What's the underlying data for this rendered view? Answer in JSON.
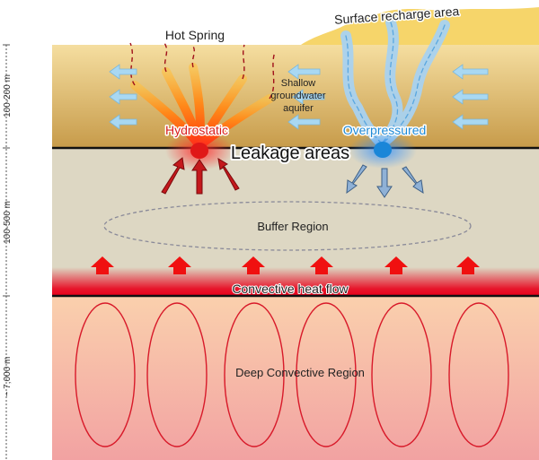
{
  "labels": {
    "hot_spring": "Hot Spring",
    "surface_recharge": "Surface recharge area",
    "shallow_aquifer_line1": "Shallow",
    "shallow_aquifer_line2": "groundwater",
    "shallow_aquifer_line3": "aquifer",
    "hydrostatic": "Hydrostatic",
    "overpressured": "Overpressured",
    "leakage_areas": "Leakage areas",
    "buffer_region": "Buffer Region",
    "convective_heat_flow": "Convective heat flow",
    "deep_convective_region": "Deep Convective Region"
  },
  "depth_scale": {
    "shallow": "100-200 m",
    "buffer": "100-500 m",
    "deep": "~ 7,000 m"
  },
  "colors": {
    "hydrostatic": "#d81e1e",
    "overpressured": "#1f8ad6",
    "cold_water": "#a9d2f0",
    "heat": "#e8001a",
    "aquifer_top": "#f4dc9c",
    "aquifer_bottom": "#c99d4c",
    "buffer": "#ddd7c4",
    "deep_top": "#f9cba9",
    "deep_bottom": "#f3a6a3"
  }
}
